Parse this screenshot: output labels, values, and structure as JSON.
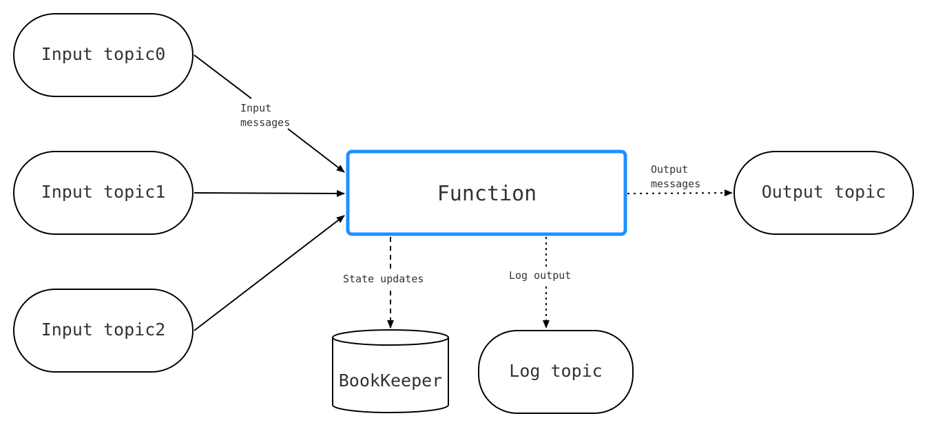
{
  "nodes": {
    "input_topic0": "Input topic0",
    "input_topic1": "Input topic1",
    "input_topic2": "Input topic2",
    "function": "Function",
    "output_topic": "Output topic",
    "bookkeeper": "BookKeeper",
    "log_topic": "Log topic"
  },
  "edges": {
    "input_messages_line1": "Input",
    "input_messages_line2": "messages",
    "output_messages_line1": "Output",
    "output_messages_line2": "messages",
    "state_updates": "State updates",
    "log_output": "Log output"
  },
  "colors": {
    "function_border": "#1e90ff",
    "node_border": "#000000",
    "text": "#333333"
  }
}
